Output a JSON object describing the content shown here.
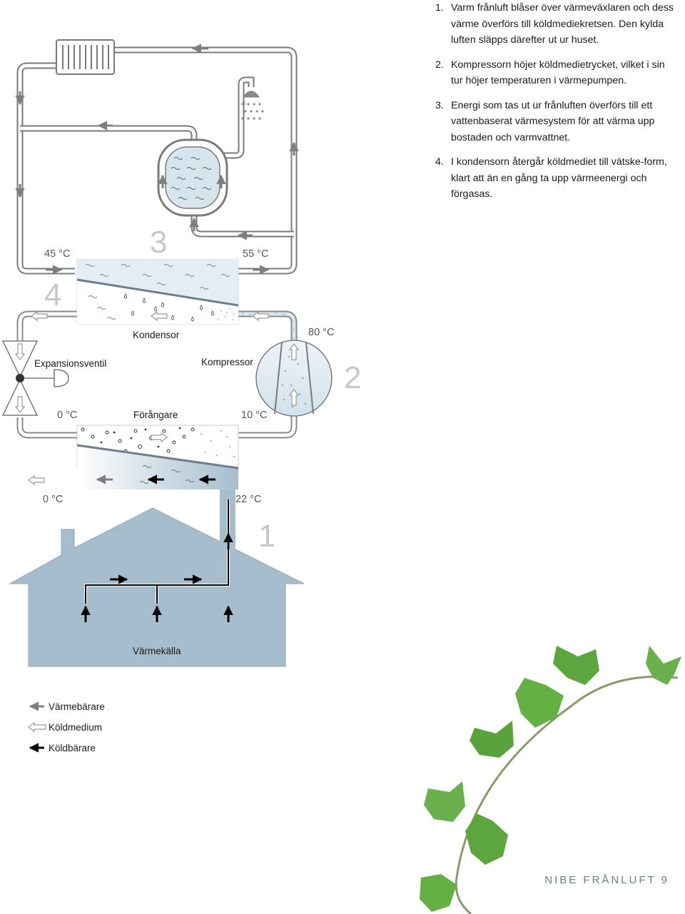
{
  "steps": [
    {
      "number": "1.",
      "text": "Varm frånluft blåser över värmeväxlaren och dess värme överförs till köldmediekretsen. Den kylda luften släpps därefter ut ur huset."
    },
    {
      "number": "2.",
      "text": "Kompressorn höjer köldmedietrycket, vilket i sin tur höjer temperaturen i värmepumpen."
    },
    {
      "number": "3.",
      "text": "Energi som tas ut ur frånluften överförs till ett vattenbaserat värmesystem för att värma upp bostaden och varmvattnet."
    },
    {
      "number": "4.",
      "text": "I kondensorn återgår köldmediet till vätske-form, klart att än en gång ta upp värmeenergi och förgasas."
    }
  ],
  "diagram": {
    "labels": {
      "kondensor": "Kondensor",
      "expansionsventil": "Expansionsventil",
      "kompressor": "Kompressor",
      "forangare": "Förångare",
      "varmekalla": "Värmekälla"
    },
    "temperatures": {
      "t45": "45 °C",
      "t55": "55 °C",
      "t80": "80 °C",
      "t0_ref": "0 °C",
      "t10": "10 °C",
      "t0_out": "0 °C",
      "t22": "22 °C"
    },
    "step_markers": {
      "m1": "1",
      "m2": "2",
      "m3": "3",
      "m4": "4"
    }
  },
  "legend": [
    {
      "label": "Värmebärare",
      "style": "gray-filled",
      "color": "#7f7f7f"
    },
    {
      "label": "Köldmedium",
      "style": "outlined",
      "color": "#9a9a9a"
    },
    {
      "label": "Köldbärare",
      "style": "black-filled",
      "color": "#000000"
    }
  ],
  "footer": "NIBE FRÅNLUFT 9",
  "colors": {
    "house": "#a6bdcd",
    "pipe": "#7f7f7f",
    "water": "#d6e4ec",
    "accent": "#6e7e8c",
    "leaf": "#6ab04c"
  }
}
